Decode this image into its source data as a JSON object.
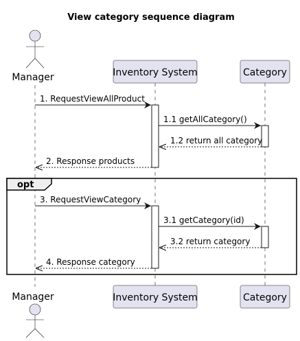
{
  "title": "View category sequence diagram",
  "participants": {
    "manager": "Manager",
    "inventory": "Inventory System",
    "category": "Category"
  },
  "fragment": {
    "operator": "opt"
  },
  "messages": [
    {
      "id": "m1",
      "label": "1. RequestViewAllProduct",
      "style": "solid",
      "direction": "right"
    },
    {
      "id": "m11",
      "label": "1.1 getAllCategory()",
      "style": "solid",
      "direction": "right"
    },
    {
      "id": "m12",
      "label": "1.2 return all category",
      "style": "dashed",
      "direction": "left"
    },
    {
      "id": "m2",
      "label": "2. Response products",
      "style": "dashed",
      "direction": "left"
    },
    {
      "id": "m3",
      "label": "3. RequestViewCategory",
      "style": "solid",
      "direction": "right"
    },
    {
      "id": "m31",
      "label": "3.1 getCategory(id)",
      "style": "solid",
      "direction": "right"
    },
    {
      "id": "m32",
      "label": "3.2 return category",
      "style": "dashed",
      "direction": "left"
    },
    {
      "id": "m4",
      "label": "4. Response category",
      "style": "dashed",
      "direction": "left"
    }
  ],
  "colors": {
    "participant_fill": "#E2E2F0",
    "line": "#181818",
    "frame_tab": "#EEEEEE"
  }
}
